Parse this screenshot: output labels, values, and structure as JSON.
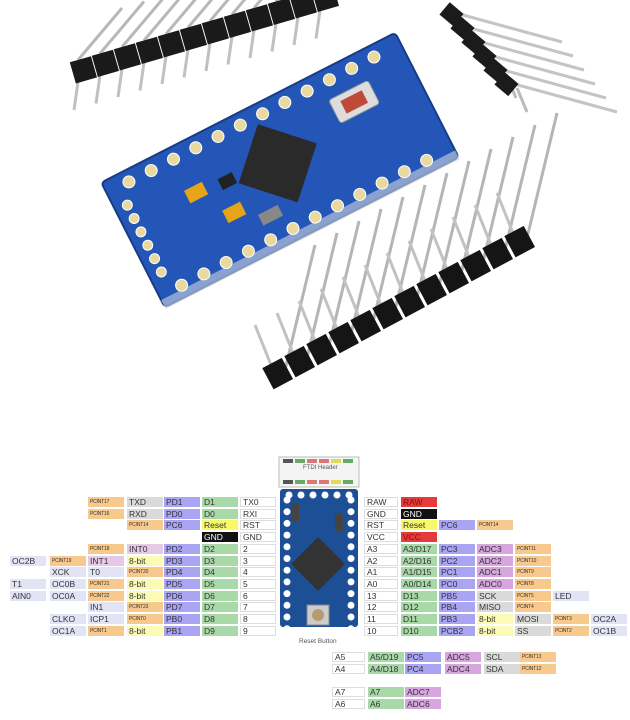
{
  "colors": {
    "pcint": "#f8c98c",
    "gray": "#dadada",
    "port": "#a9a5f3",
    "digital": "#a9d8a9",
    "reset": "#f8f86a",
    "bit": "#fbfbb6",
    "adc": "#d7a6df",
    "alt": "#e3e3f6",
    "int": "#e6c9e6",
    "power": "#e43c3c",
    "ground": "#111111",
    "pin": "#ffffff",
    "board": "#1f4fa8"
  },
  "board": {
    "ftdi_label": "FTDI Header",
    "reset_label": "Reset Button"
  },
  "left_rows": [
    [
      null,
      null,
      {
        "t": "PCINT17",
        "k": "pcint"
      },
      {
        "t": "TXD",
        "k": "gray"
      },
      {
        "t": "PD1",
        "k": "port"
      },
      {
        "t": "D1",
        "k": "digital"
      },
      {
        "t": "TX0",
        "k": "pin"
      }
    ],
    [
      null,
      null,
      {
        "t": "PCINT16",
        "k": "pcint"
      },
      {
        "t": "RXD",
        "k": "gray"
      },
      {
        "t": "PD0",
        "k": "port"
      },
      {
        "t": "D0",
        "k": "digital"
      },
      {
        "t": "RXI",
        "k": "pin"
      }
    ],
    [
      null,
      null,
      null,
      {
        "t": "PCINT14",
        "k": "pcint"
      },
      {
        "t": "PC6",
        "k": "port"
      },
      {
        "t": "Reset",
        "k": "reset"
      },
      {
        "t": "RST",
        "k": "pin"
      }
    ],
    [
      null,
      null,
      null,
      null,
      null,
      {
        "t": "GND",
        "k": "ground"
      },
      {
        "t": "GND",
        "k": "pin"
      }
    ],
    [
      null,
      null,
      {
        "t": "PCINT18",
        "k": "pcint"
      },
      {
        "t": "INT0",
        "k": "int"
      },
      {
        "t": "PD2",
        "k": "port"
      },
      {
        "t": "D2",
        "k": "digital"
      },
      {
        "t": "2",
        "k": "pin"
      }
    ],
    [
      {
        "t": "OC2B",
        "k": "alt"
      },
      {
        "t": "PCINT19",
        "k": "pcint"
      },
      {
        "t": "INT1",
        "k": "int"
      },
      {
        "t": "8-bit",
        "k": "bit"
      },
      {
        "t": "PD3",
        "k": "port"
      },
      {
        "t": "D3",
        "k": "digital"
      },
      {
        "t": "3",
        "k": "pin"
      }
    ],
    [
      null,
      {
        "t": "XCK",
        "k": "alt"
      },
      {
        "t": "T0",
        "k": "alt"
      },
      {
        "t": "PCINT20",
        "k": "pcint"
      },
      {
        "t": "PD4",
        "k": "port"
      },
      {
        "t": "D4",
        "k": "digital"
      },
      {
        "t": "4",
        "k": "pin"
      }
    ],
    [
      {
        "t": "T1",
        "k": "alt"
      },
      {
        "t": "OC0B",
        "k": "alt"
      },
      {
        "t": "PCINT21",
        "k": "pcint"
      },
      {
        "t": "8-bit",
        "k": "bit"
      },
      {
        "t": "PD5",
        "k": "port"
      },
      {
        "t": "D5",
        "k": "digital"
      },
      {
        "t": "5",
        "k": "pin"
      }
    ],
    [
      {
        "t": "AIN0",
        "k": "alt"
      },
      {
        "t": "OC0A",
        "k": "alt"
      },
      {
        "t": "PCINT22",
        "k": "pcint"
      },
      {
        "t": "8-bit",
        "k": "bit"
      },
      {
        "t": "PD6",
        "k": "port"
      },
      {
        "t": "D6",
        "k": "digital"
      },
      {
        "t": "6",
        "k": "pin"
      }
    ],
    [
      null,
      null,
      {
        "t": "IN1",
        "k": "alt"
      },
      {
        "t": "PCINT23",
        "k": "pcint"
      },
      {
        "t": "PD7",
        "k": "port"
      },
      {
        "t": "D7",
        "k": "digital"
      },
      {
        "t": "7",
        "k": "pin"
      }
    ],
    [
      null,
      {
        "t": "CLKO",
        "k": "alt"
      },
      {
        "t": "ICP1",
        "k": "alt"
      },
      {
        "t": "PCINT0",
        "k": "pcint"
      },
      {
        "t": "PB0",
        "k": "port"
      },
      {
        "t": "D8",
        "k": "digital"
      },
      {
        "t": "8",
        "k": "pin"
      }
    ],
    [
      null,
      {
        "t": "OC1A",
        "k": "alt"
      },
      {
        "t": "PCINT1",
        "k": "pcint"
      },
      {
        "t": "8-bit",
        "k": "bit"
      },
      {
        "t": "PB1",
        "k": "port"
      },
      {
        "t": "D9",
        "k": "digital"
      },
      {
        "t": "9",
        "k": "pin"
      }
    ]
  ],
  "right_rows": [
    [
      {
        "t": "RAW",
        "k": "pin"
      },
      {
        "t": "RAW",
        "k": "power"
      }
    ],
    [
      {
        "t": "GND",
        "k": "pin"
      },
      {
        "t": "GND",
        "k": "ground"
      }
    ],
    [
      {
        "t": "RST",
        "k": "pin"
      },
      {
        "t": "Reset",
        "k": "reset"
      },
      {
        "t": "PC6",
        "k": "port"
      },
      {
        "t": "PCINT14",
        "k": "pcint"
      }
    ],
    [
      {
        "t": "VCC",
        "k": "pin"
      },
      {
        "t": "VCC",
        "k": "power"
      }
    ],
    [
      {
        "t": "A3",
        "k": "pin"
      },
      {
        "t": "A3/D17",
        "k": "digital"
      },
      {
        "t": "PC3",
        "k": "port"
      },
      {
        "t": "ADC3",
        "k": "adc"
      },
      {
        "t": "PCINT11",
        "k": "pcint"
      }
    ],
    [
      {
        "t": "A2",
        "k": "pin"
      },
      {
        "t": "A2/D16",
        "k": "digital"
      },
      {
        "t": "PC2",
        "k": "port"
      },
      {
        "t": "ADC2",
        "k": "adc"
      },
      {
        "t": "PCINT10",
        "k": "pcint"
      }
    ],
    [
      {
        "t": "A1",
        "k": "pin"
      },
      {
        "t": "A1/D15",
        "k": "digital"
      },
      {
        "t": "PC1",
        "k": "port"
      },
      {
        "t": "ADC1",
        "k": "adc"
      },
      {
        "t": "PCINT9",
        "k": "pcint"
      }
    ],
    [
      {
        "t": "A0",
        "k": "pin"
      },
      {
        "t": "A0/D14",
        "k": "digital"
      },
      {
        "t": "PC0",
        "k": "port"
      },
      {
        "t": "ADC0",
        "k": "adc"
      },
      {
        "t": "PCINT8",
        "k": "pcint"
      }
    ],
    [
      {
        "t": "13",
        "k": "pin"
      },
      {
        "t": "D13",
        "k": "digital"
      },
      {
        "t": "PB5",
        "k": "port"
      },
      {
        "t": "SCK",
        "k": "gray"
      },
      {
        "t": "PCINT5",
        "k": "pcint"
      },
      {
        "t": "LED",
        "k": "alt"
      }
    ],
    [
      {
        "t": "12",
        "k": "pin"
      },
      {
        "t": "D12",
        "k": "digital"
      },
      {
        "t": "PB4",
        "k": "port"
      },
      {
        "t": "MISO",
        "k": "gray"
      },
      {
        "t": "PCINT4",
        "k": "pcint"
      }
    ],
    [
      {
        "t": "11",
        "k": "pin"
      },
      {
        "t": "D11",
        "k": "digital"
      },
      {
        "t": "PB3",
        "k": "port"
      },
      {
        "t": "8-bit",
        "k": "bit"
      },
      {
        "t": "MOSI",
        "k": "gray"
      },
      {
        "t": "PCINT3",
        "k": "pcint"
      },
      {
        "t": "OC2A",
        "k": "alt"
      }
    ],
    [
      {
        "t": "10",
        "k": "pin"
      },
      {
        "t": "D10",
        "k": "digital"
      },
      {
        "t": "PCB2",
        "k": "port"
      },
      {
        "t": "8-bit",
        "k": "bit"
      },
      {
        "t": "SS",
        "k": "gray"
      },
      {
        "t": "PCINT2",
        "k": "pcint"
      },
      {
        "t": "OC1B",
        "k": "alt"
      }
    ]
  ],
  "bottom_rows": [
    [
      {
        "t": "A5",
        "k": "pin"
      },
      {
        "t": "A5/D19",
        "k": "digital"
      },
      {
        "t": "PC5",
        "k": "port"
      },
      {
        "t": "ADC5",
        "k": "adc"
      },
      {
        "t": "SCL",
        "k": "gray"
      },
      {
        "t": "PCINT13",
        "k": "pcint"
      }
    ],
    [
      {
        "t": "A4",
        "k": "pin"
      },
      {
        "t": "A4/D18",
        "k": "digital"
      },
      {
        "t": "PC4",
        "k": "port"
      },
      {
        "t": "ADC4",
        "k": "adc"
      },
      {
        "t": "SDA",
        "k": "gray"
      },
      {
        "t": "PCINT12",
        "k": "pcint"
      }
    ],
    [
      {
        "t": "A7",
        "k": "pin"
      },
      {
        "t": "A7",
        "k": "digital"
      },
      {
        "t": "ADC7",
        "k": "adc"
      }
    ],
    [
      {
        "t": "A6",
        "k": "pin"
      },
      {
        "t": "A6",
        "k": "digital"
      },
      {
        "t": "ADC6",
        "k": "adc"
      }
    ]
  ]
}
